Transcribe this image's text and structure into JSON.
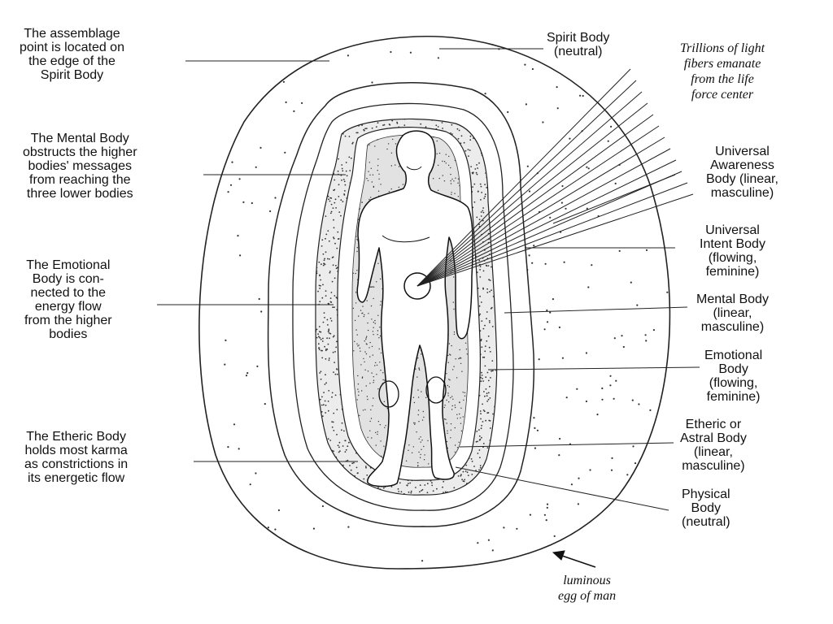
{
  "labels": {
    "assemblage_point": [
      "The assemblage",
      "point is located on",
      "the edge of the",
      "Spirit Body"
    ],
    "mental_obstructs": [
      "The Mental Body",
      "obstructs the higher",
      "bodies' messages",
      "from reaching the",
      "three lower bodies"
    ],
    "emotional_connected": [
      "The Emotional",
      "Body is con-",
      "nected to the",
      "energy flow",
      "from the higher",
      "bodies"
    ],
    "etheric_karma": [
      "The Etheric Body",
      "holds most karma",
      "as constrictions in",
      "its energetic flow"
    ],
    "spirit_body": [
      "Spirit Body",
      "(neutral)"
    ],
    "light_fibers": [
      "Trillions of light",
      "fibers emanate",
      "from the life",
      "force center"
    ],
    "universal_awareness": [
      "Universal",
      "Awareness",
      "Body (linear,",
      "masculine)"
    ],
    "universal_intent": [
      "Universal",
      "Intent Body",
      "(flowing,",
      "feminine)"
    ],
    "mental_body": [
      "Mental Body",
      "(linear,",
      "masculine)"
    ],
    "emotional_body": [
      "Emotional",
      "Body",
      "(flowing,",
      "feminine)"
    ],
    "etheric_body": [
      "Etheric or",
      "Astral Body",
      "(linear,",
      "masculine)"
    ],
    "physical_body": [
      "Physical",
      "Body",
      "(neutral)"
    ],
    "luminous_egg": [
      "luminous",
      "egg of man"
    ]
  }
}
